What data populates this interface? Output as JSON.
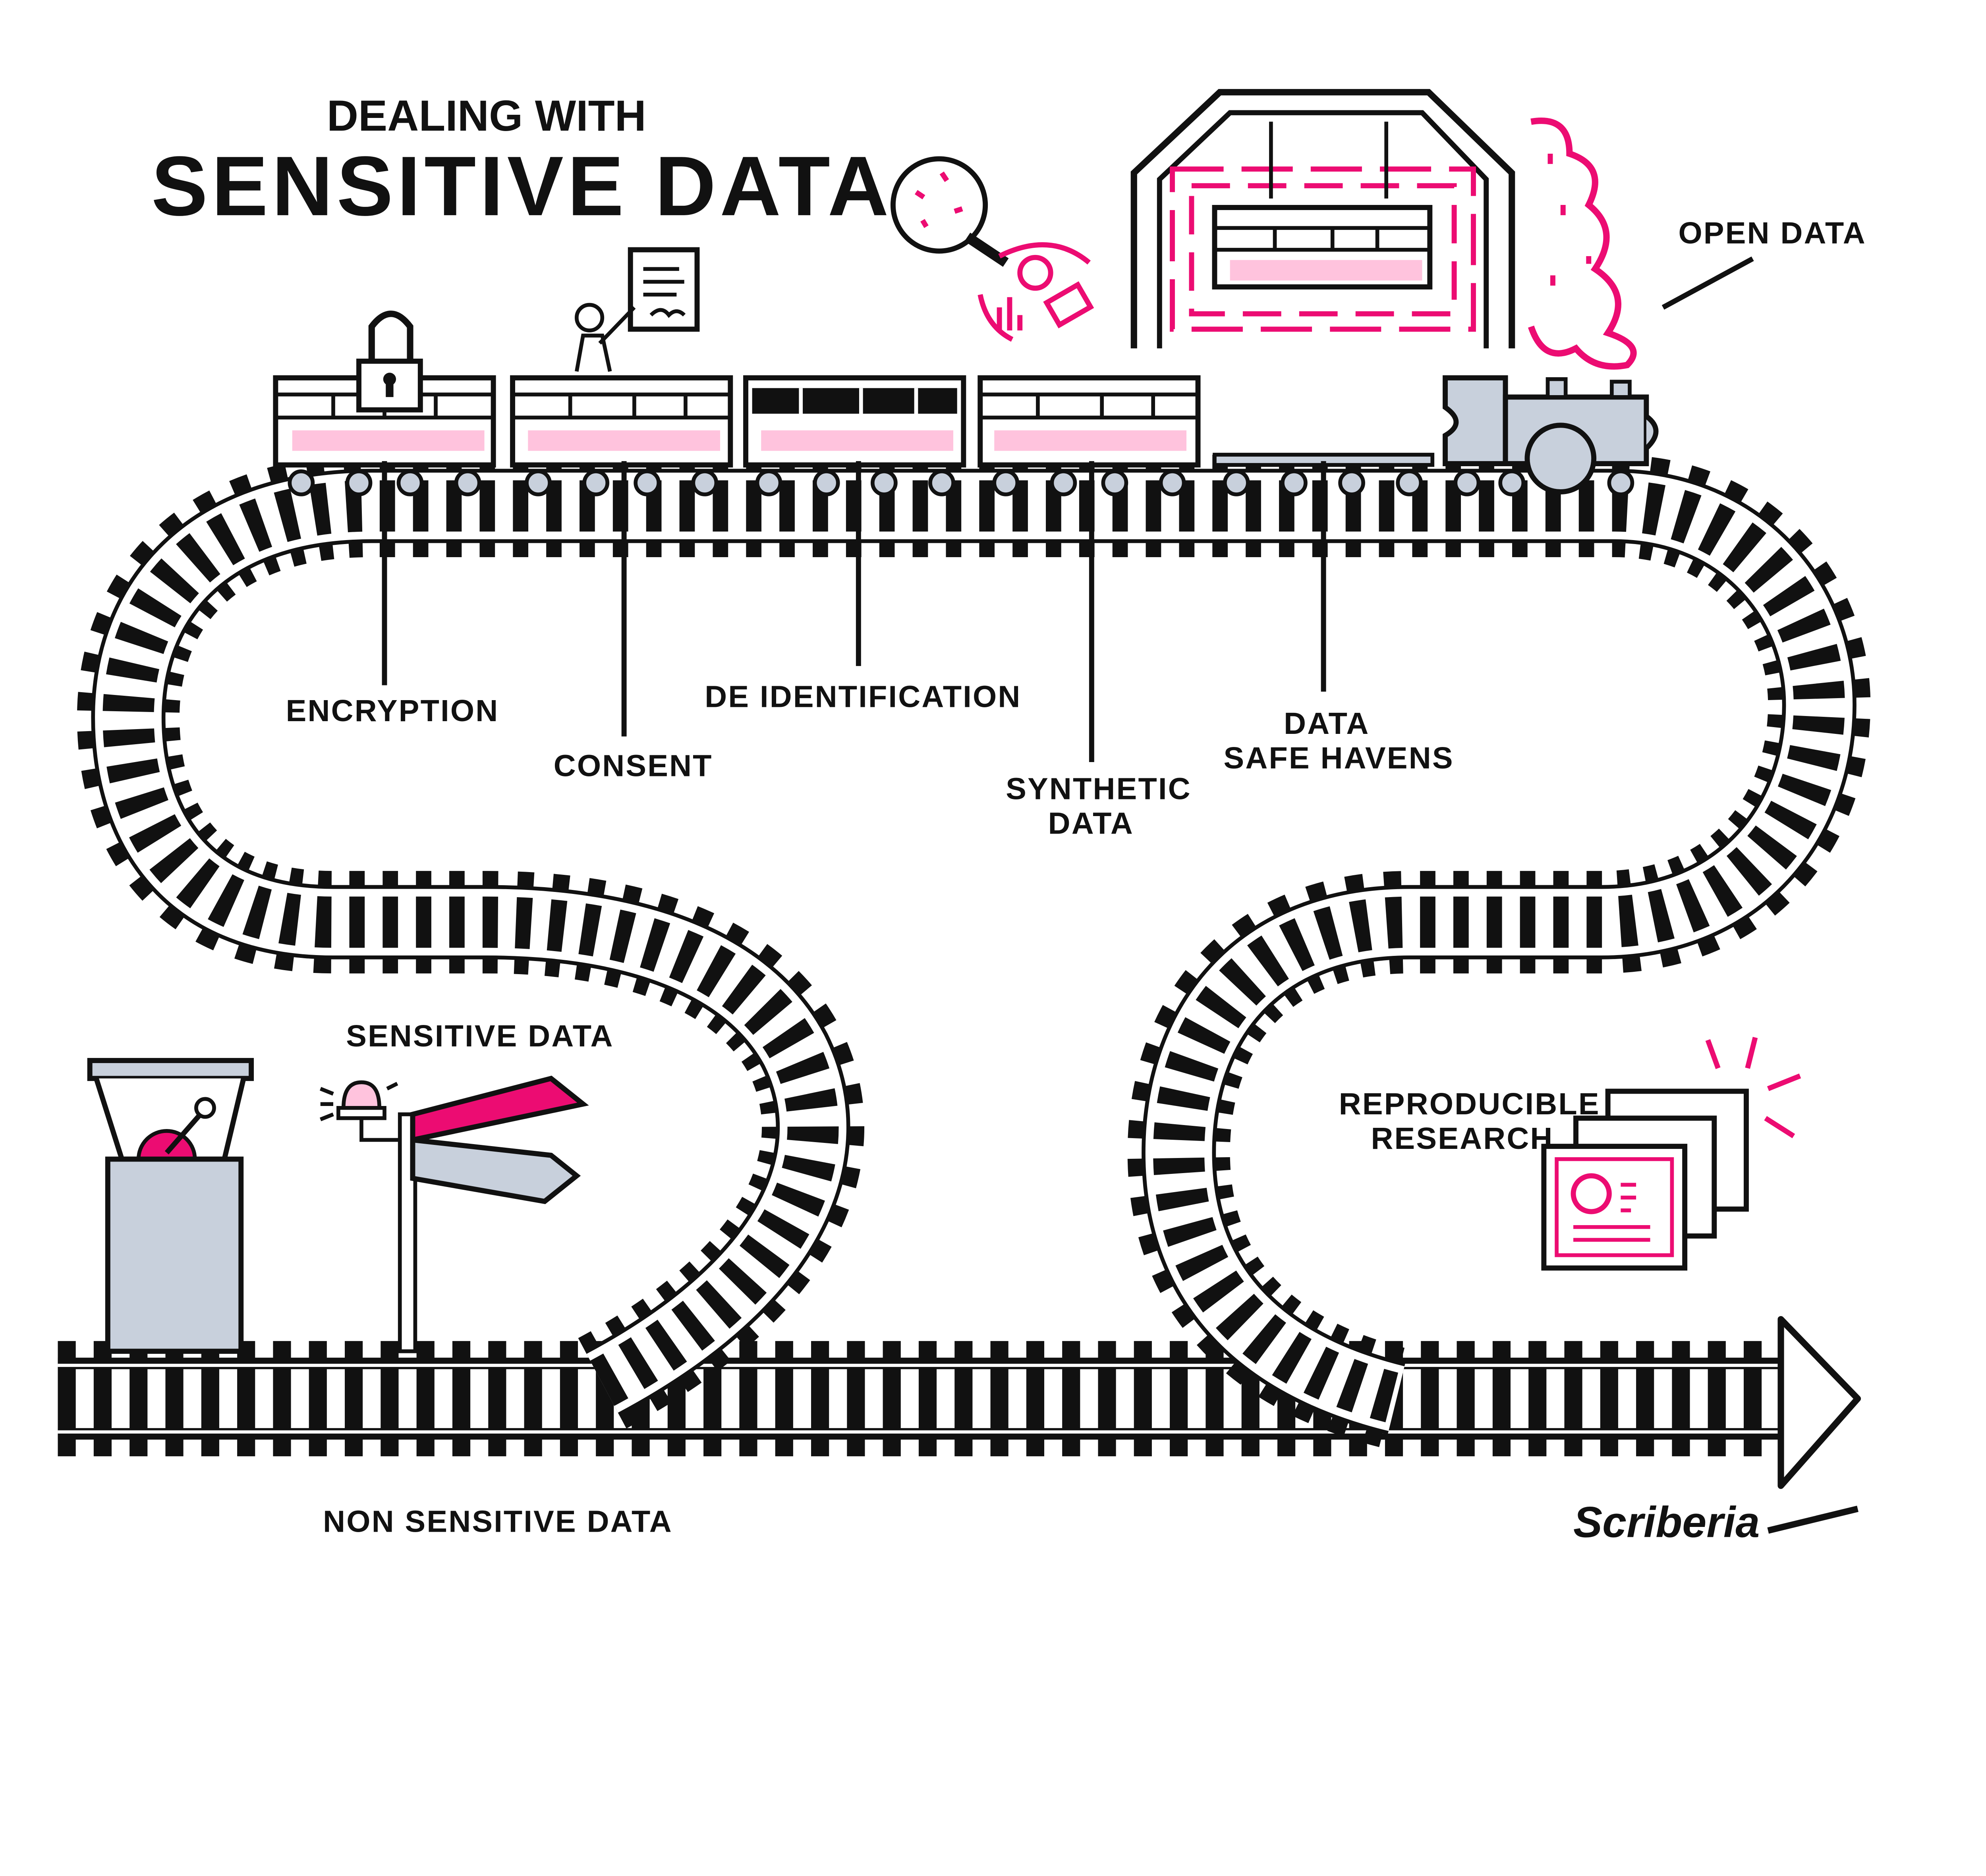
{
  "title": {
    "line1": "DEALING WITH",
    "line2": "SENSITIVE DATA"
  },
  "labels": {
    "open_data": "OPEN DATA",
    "encryption": "ENCRYPTION",
    "consent": "CONSENT",
    "de_identification": "DE IDENTIFICATION",
    "synthetic_data": [
      "SYNTHETIC",
      "DATA"
    ],
    "data_safe_havens": [
      "DATA",
      "SAFE HAVENS"
    ],
    "sensitive_data": "SENSITIVE DATA",
    "reproducible_research": [
      "REPRODUCIBLE",
      "RESEARCH"
    ],
    "non_sensitive_data": "NON SENSITIVE DATA"
  },
  "signature": "Scriberia",
  "colors": {
    "accent": "#ec0c72",
    "light_pink": "#ffc3dd",
    "grey": "#c8d0dc",
    "ink": "#111111"
  }
}
